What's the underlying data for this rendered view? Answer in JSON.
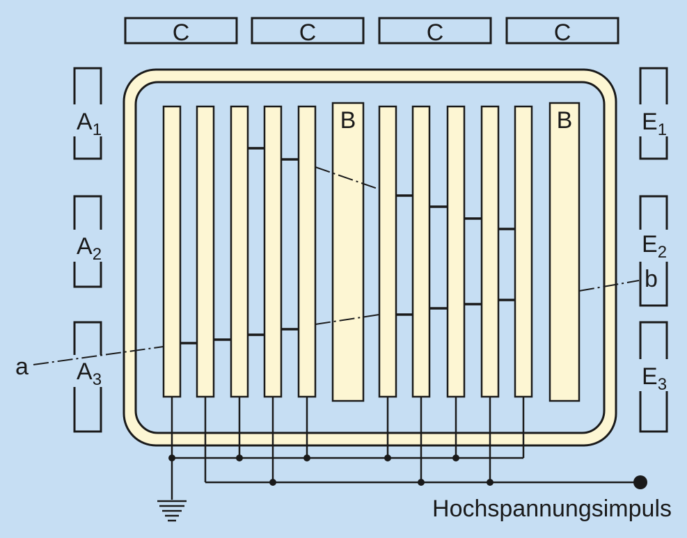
{
  "colors": {
    "background": "#c6def3",
    "plate": "#fdf6d3",
    "line": "#1a1a1a"
  },
  "labels": {
    "c_boxes": [
      "C",
      "C",
      "C",
      "C"
    ],
    "a_boxes": [
      {
        "main": "A",
        "sub": "1"
      },
      {
        "main": "A",
        "sub": "2"
      },
      {
        "main": "A",
        "sub": "3"
      }
    ],
    "e_boxes": [
      {
        "main": "E",
        "sub": "1"
      },
      {
        "main": "E",
        "sub": "2"
      },
      {
        "main": "E",
        "sub": "3"
      }
    ],
    "b_plates": [
      "B",
      "B"
    ],
    "point_a": "a",
    "point_b": "b",
    "high_voltage": "Hochspannungsimpuls"
  },
  "icons": {
    "ground": "ground-icon",
    "terminal": "terminal-dot-icon"
  }
}
